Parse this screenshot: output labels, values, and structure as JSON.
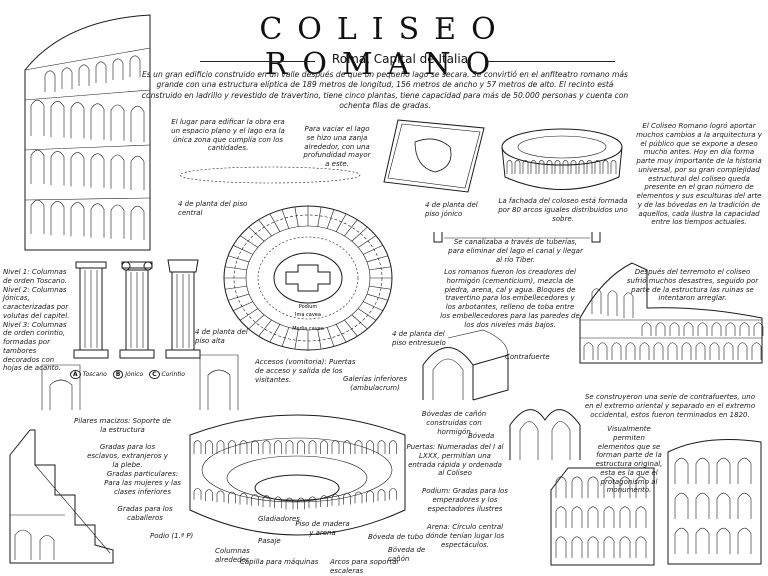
{
  "title": "COLISEO ROMANO",
  "subtitle": "Roma, Capital de Italia",
  "intro": "Es un gran edificio construido en un valle después de que un pequeño lago se secara. Se convirtió en el anfiteatro romano más grande con una estructura elíptica de 189 metros de longitud, 156 metros de ancho y 57 metros de alto. El recinto está construido en ladrillo y revestido de travertino, tiene cinco plantas, tiene capacidad para más de 50.000 personas y cuenta con ochenta filas de gradas.",
  "notes": {
    "lake": "El lugar para edificar la obra era un espacio plano y el lago era la única zona que cumplía con los cantidades.",
    "drain": "Para vaciar el lago se hizo una zanja alrededor, con una profundidad mayor a este.",
    "floor4_left": "4 de planta del piso central",
    "floor4_mid": "4 de planta del piso jónico",
    "facade": "La fachada del coloseo está formada por 80 arcos iguales distribuidos uno sobre.",
    "right_top": "El Coliseo Romano logró aportar muchos cambios a la arquitectura y el público que se expone a deseo mucho antes. Hoy en día forma parte muy importante de la historia universal, por su gran complejidad estructural del coliseo queda presente en el gran número de elementos y sus esculturas del arte y de las bóvedas en la tradición de aquellos, cada ilustra la capacidad entre los tiempos actuales.",
    "water": "Se canalizaba a través de tuberías, para eliminar del lago el canal y llegar al río Tíber.",
    "materials": "Los romanos fueron los creadores del hormigón (cementicium), mezcla de piedra, arena, cal y agua. Bloques de travertino para los embellecedores y los arbotantes, relleno de toba entre los embellecedores para las paredes de los dos niveles más bajos.",
    "earthquake": "Después del terremoto el coliseo sufrió muchos desastres, seguido por parte de la estructura las ruinas se intentaron arreglar.",
    "orders": "Nivel 1: Columnas de orden Toscano. Nivel 2: Columnas Jónicas, caracterizadas por volutas del capitel. Nivel 3: Columnas de orden corintio, formadas por tambores decorados con hojas de acanto.",
    "floor4_alta": "4 de planta del piso alta",
    "floor4_entresuelo": "4 de planta del piso entresuelo",
    "accesses": "Accesos (vomitoria): Puertas de acceso y salida de los visitantes.",
    "galleries": "Galerías inferiores (ambulacrum)",
    "vaults": "Bóvedas de cañón construidas con hormigón",
    "counterfort": "Contrafuerte",
    "boveda": "Bóveda",
    "restoration": "Se construyeron una serie de contrafuertes, uno en el extremo oriental y separado en el extremo occidental, estos fueron terminados en 1820.",
    "pillars": "Pilares macizos: Soporte de la estructura",
    "stands_a": "Gradas para los esclavos, extranjeros y la plebe.",
    "stands_b": "Gradas particulares: Para las mujeres y las clases inferiores",
    "stands_c": "Gradas para los caballeros",
    "podium_l": "Podio (1.ª P)",
    "gates": "Puertas: Numeradas del I al LXXX, permitían una entrada rápida y ordenada al Coliseo",
    "podium": "Podium: Gradas para los emperadores y los espectadores ilustres",
    "remains": "Visualmente permiten elementos que se forman parte de la estructura original, esta es la que el protagonismo al monumento.",
    "gladiators": "Gladiadores",
    "arena_floor": "Piso de madera y arena",
    "bottom_arena": "Bóveda de tubo",
    "arena_def": "Arena: Círculo central dónde tenían lugar los espectáculos.",
    "passage": "Pasaje",
    "columns": "Columnas alrededor",
    "sky": "Bóveda de cañón",
    "cappella": "Capilla para máquinas",
    "props": "Arcos para soportar escaleras",
    "bottom_left": "Bóveda de cañón"
  },
  "orders_legend": [
    {
      "letter": "A",
      "name": "Toscano"
    },
    {
      "letter": "B",
      "name": "Jónico"
    },
    {
      "letter": "C",
      "name": "Corintio"
    }
  ],
  "plan_labels": [
    "Podium",
    "Ima cavea",
    "Media cavea"
  ]
}
